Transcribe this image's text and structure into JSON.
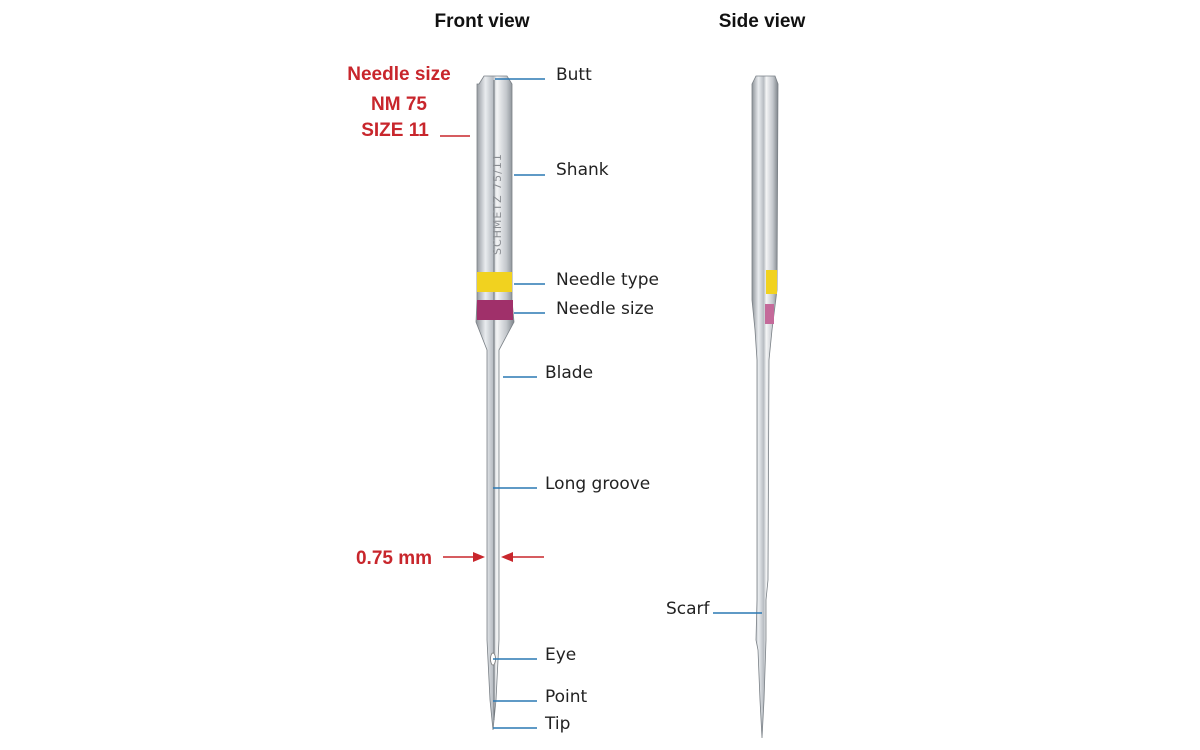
{
  "titles": {
    "front": "Front view",
    "side": "Side view"
  },
  "size_callout": {
    "heading": "Needle size",
    "nm": "NM 75",
    "size": "SIZE 11"
  },
  "diameter": "0.75 mm",
  "brand_marking": "SCHMETZ 75/11",
  "front_labels": {
    "butt": "Butt",
    "shank": "Shank",
    "needle_type": "Needle type",
    "needle_size": "Needle size",
    "blade": "Blade",
    "long_groove": "Long groove",
    "eye": "Eye",
    "point": "Point",
    "tip": "Tip"
  },
  "side_labels": {
    "scarf": "Scarf"
  },
  "colors": {
    "accent_red": "#c8262c",
    "leader_blue": "#2a78b4",
    "type_band": "#f1d21f",
    "size_band": "#a0306a"
  }
}
